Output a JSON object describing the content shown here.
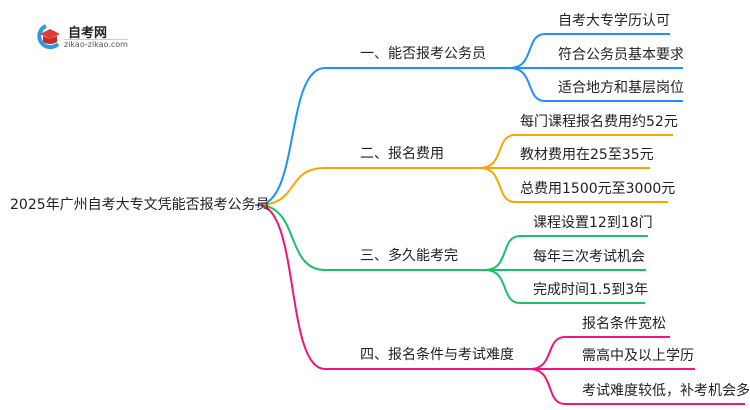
{
  "logo": {
    "title": "自考网",
    "url": "zikao-zikao.com"
  },
  "root": "2025年广州自考大专文凭能否报考公务员",
  "branches": [
    {
      "label": "一、能否报考公务员",
      "color": "#1e90ff",
      "leaves": [
        "自考大专学历认可",
        "符合公务员基本要求",
        "适合地方和基层岗位"
      ]
    },
    {
      "label": "二、报名费用",
      "color": "#f5a700",
      "leaves": [
        "每门课程报名费用约52元",
        "教材费用在25至35元",
        "总费用1500元至3000元"
      ]
    },
    {
      "label": "三、多久能考完",
      "color": "#1dbf6a",
      "leaves": [
        "课程设置12到18门",
        "每年三次考试机会",
        "完成时间1.5到3年"
      ]
    },
    {
      "label": "四、报名条件与考试难度",
      "color": "#f0157a",
      "leaves": [
        "报名条件宽松",
        "需高中及以上学历",
        "考试难度较低，补考机会多"
      ]
    }
  ]
}
